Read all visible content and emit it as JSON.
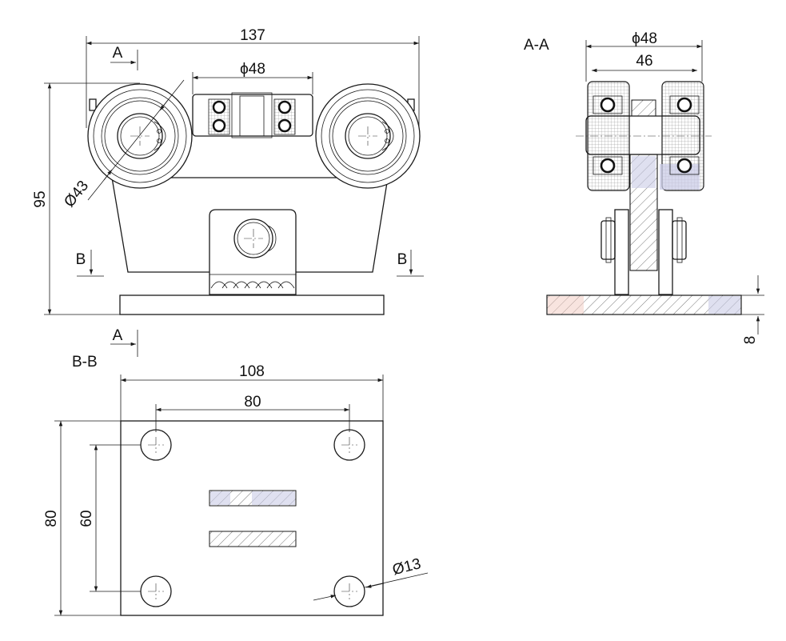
{
  "views": {
    "section_aa": {
      "label": "A-A"
    },
    "section_bb": {
      "label": "B-B"
    }
  },
  "cut_marks": {
    "a": "A",
    "b": "B"
  },
  "dimensions": {
    "front_width": "137",
    "front_height": "95",
    "wheel_diameter": "Ø43",
    "bearing_diameter_front": "ϕ48",
    "section_width": "ϕ48",
    "section_inner_width": "46",
    "plate_thickness": "8",
    "plate_width": "108",
    "hole_spacing_x": "80",
    "plate_height": "80",
    "hole_spacing_y": "60",
    "hole_diameter": "Ø13"
  },
  "colors": {
    "line": "#1a1a1a",
    "hatch": "#555555",
    "tint_blue": "#c9cbe6",
    "tint_red": "#f2c9c0"
  }
}
